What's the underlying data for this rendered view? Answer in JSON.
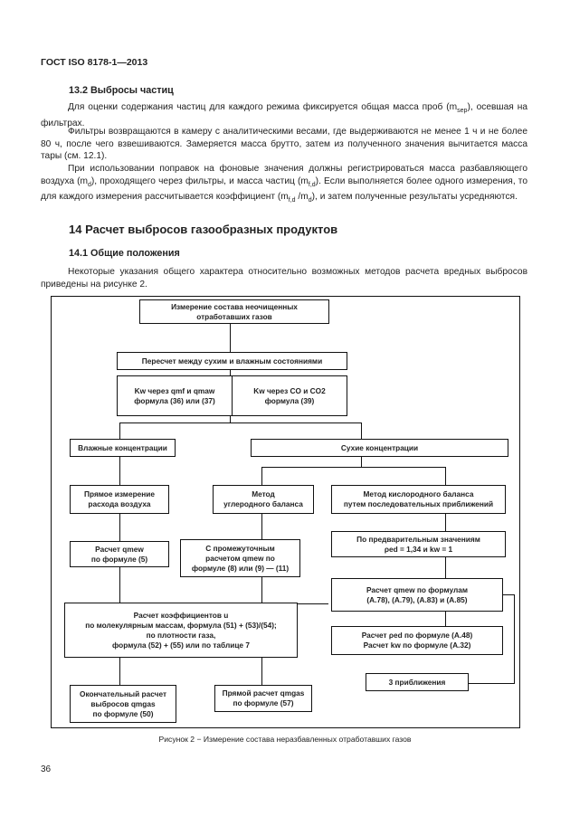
{
  "header": "ГОСТ ISO 8178-1—2013",
  "s132": {
    "title": "13.2 Выбросы частиц",
    "p1a": "Для оценки содержания частиц для каждого режима фиксируется общая масса проб (m",
    "p1b": "sep",
    "p1c": "), осевшая на фильтрах.",
    "p2": "Фильтры возвращаются в камеру с аналитическими весами, где выдерживаются не менее 1 ч и не более 80 ч, после чего взвешиваются. Замеряется масса брутто, затем из полученного значения вычитается масса тары (см. 12.1).",
    "p3a": "При использовании поправок на фоновые значения должны регистрироваться масса разбавляющего воздуха (m",
    "p3b": "d",
    "p3c": "), проходящего через фильтры, и масса частиц (m",
    "p3d": "f,d",
    "p3e": "). Если выполняется более одного измерения, то для каждого измерения рассчитывается коэффициент (m",
    "p3f": "f,d",
    "p3g": " /m",
    "p3h": "d",
    "p3i": "), и затем полученные результаты усредняются."
  },
  "s14": {
    "title": "14 Расчет выбросов газообразных продуктов"
  },
  "s141": {
    "title": "14.1 Общие положения",
    "p": "Некоторые указания общего характера относительно возможных методов расчета вредных выбросов приведены на рисунке 2."
  },
  "diagram": {
    "b_top": [
      "Измерение состава неочищенных",
      "отработавших газов"
    ],
    "b_conv": "Пересчет между сухим и влажным состояниями",
    "b_k1": [
      "Kw через qmf и qmaw",
      "формула (36) или (37)"
    ],
    "b_k2": [
      "Kw через CO и CO2",
      "формула (39)"
    ],
    "b_wet": "Влажные концентрации",
    "b_dry": "Сухие концентрации",
    "b_direct": [
      "Прямое измерение",
      "расхода воздуха"
    ],
    "b_carbon": [
      "Метод",
      "углеродного баланса"
    ],
    "b_oxygen": [
      "Метод кислородного баланса",
      "путем последовательных приближений"
    ],
    "b_calc5": [
      "Расчет qmew",
      "по формуле (5)"
    ],
    "b_interm": [
      "С промежуточным",
      "расчетом qmew по",
      "формуле (8) или (9) — (11)"
    ],
    "b_prelim": [
      "По предварительным значениям",
      "ρed = 1,34 и kw = 1"
    ],
    "b_qa": [
      "Расчет qmew по формулам",
      "(A.78), (A.79), (A.83) и (A.85)"
    ],
    "b_coef": [
      "Расчет коэффициентов u",
      "по молекулярным массам, формула  (51) + (53)/(54);",
      "по плотности газа,",
      "формула  (52) + (55) или по таблице 7"
    ],
    "b_rho": [
      "Расчет ρed по формуле (A.48)",
      "Расчет kw по формуле (A.32)"
    ],
    "b_three": "3 приближения",
    "b_final": [
      "Окончательный расчет",
      "выбросов qmgas",
      "по формуле (50)"
    ],
    "b_directcalc": [
      "Прямой расчет qmgas",
      "по формуле (57)"
    ]
  },
  "caption": "Рисунок 2 − Измерение состава неразбавленных отработавших газов",
  "page_number": "36"
}
